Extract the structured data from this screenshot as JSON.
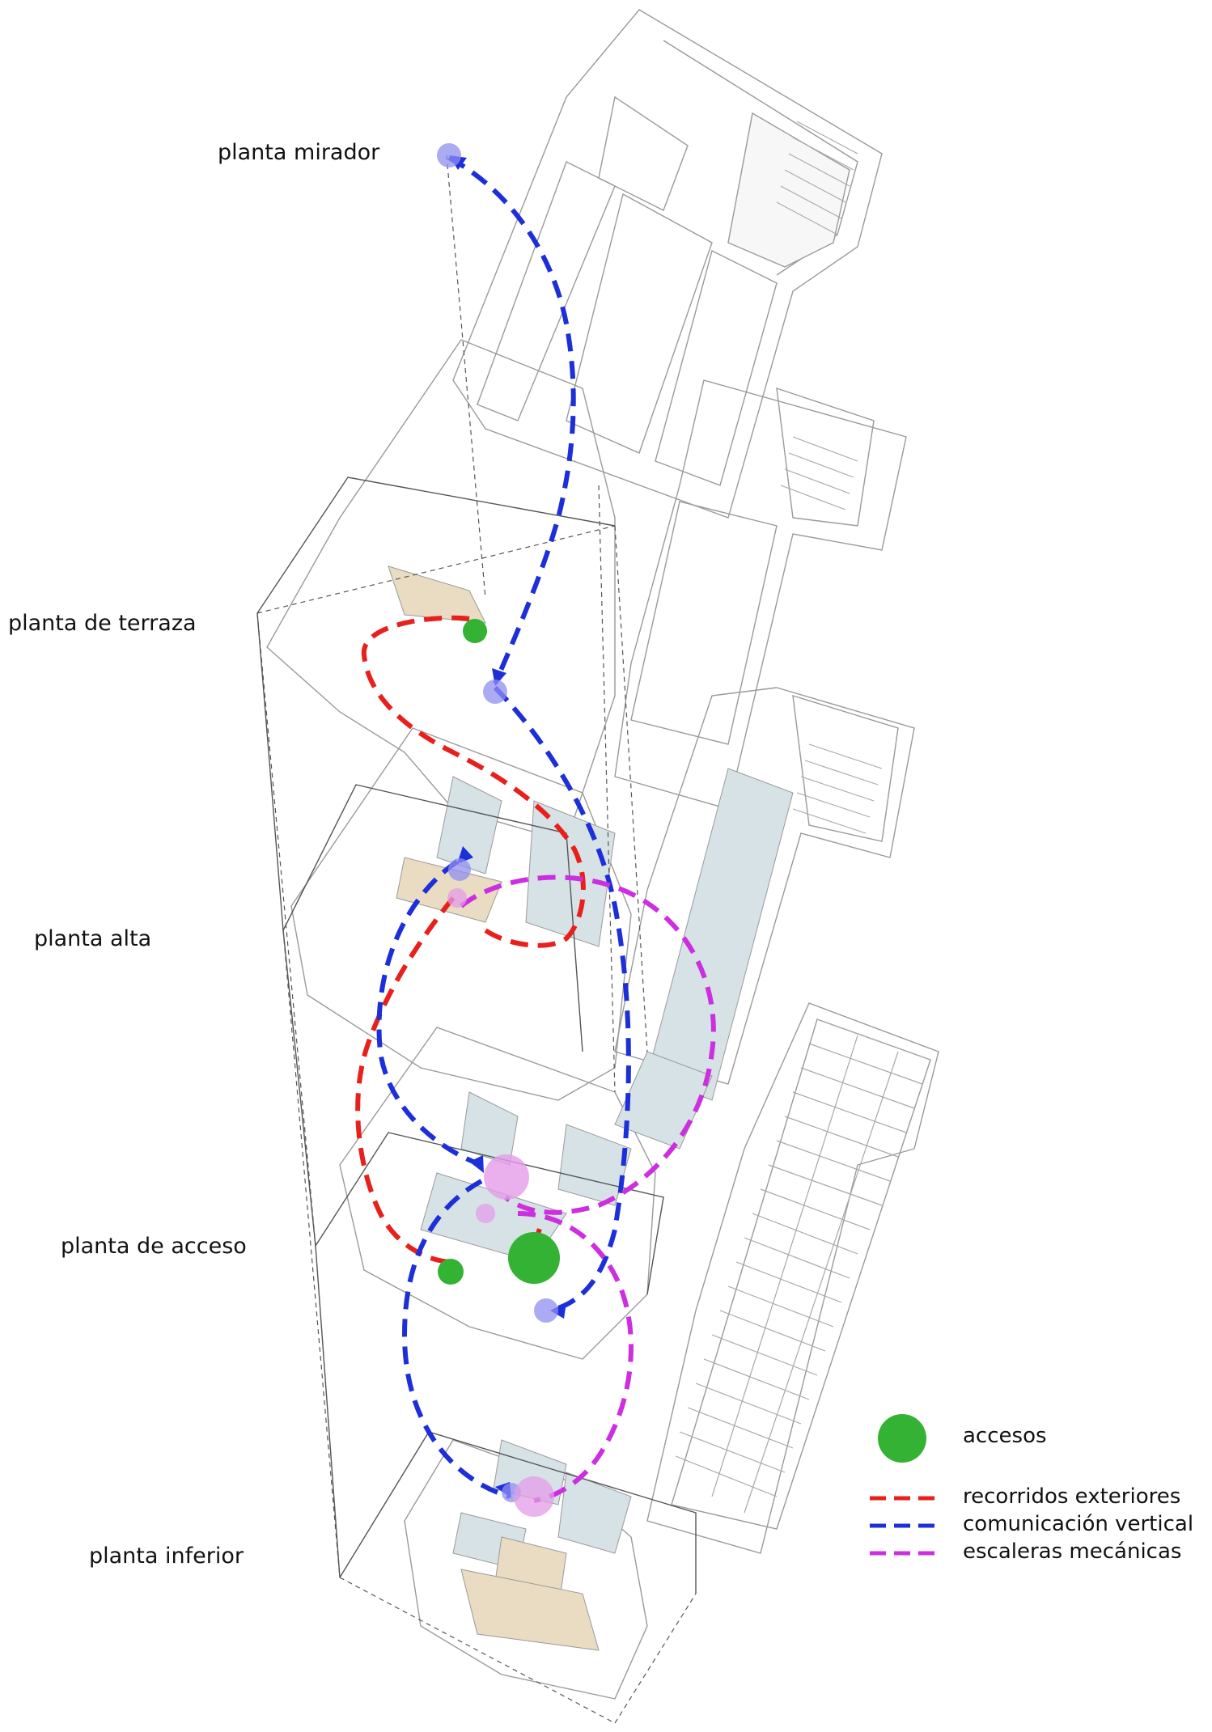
{
  "levels": [
    {
      "id": "mirador",
      "label": "planta mirador"
    },
    {
      "id": "terraza",
      "label": "planta de terraza"
    },
    {
      "id": "alta",
      "label": "planta alta"
    },
    {
      "id": "acceso",
      "label": "planta de acceso"
    },
    {
      "id": "inferior",
      "label": "planta inferior"
    }
  ],
  "legend": {
    "accesos": {
      "label": "accesos",
      "color": "#33b233"
    },
    "recorridos": {
      "label": "recorridos exteriores",
      "color": "#e8201c"
    },
    "comunicacion": {
      "label": "comunicación vertical",
      "color": "#1c2fd8"
    },
    "escaleras": {
      "label": "escaleras mecánicas",
      "color": "#cc2ee0"
    }
  },
  "colors": {
    "plan_line": "#9a9a9a",
    "fill_blue": "#d6e2e6",
    "fill_beige": "#e9dcc3",
    "vertical_node": "#8f8ff0",
    "escalator_node": "#e39ce8"
  }
}
